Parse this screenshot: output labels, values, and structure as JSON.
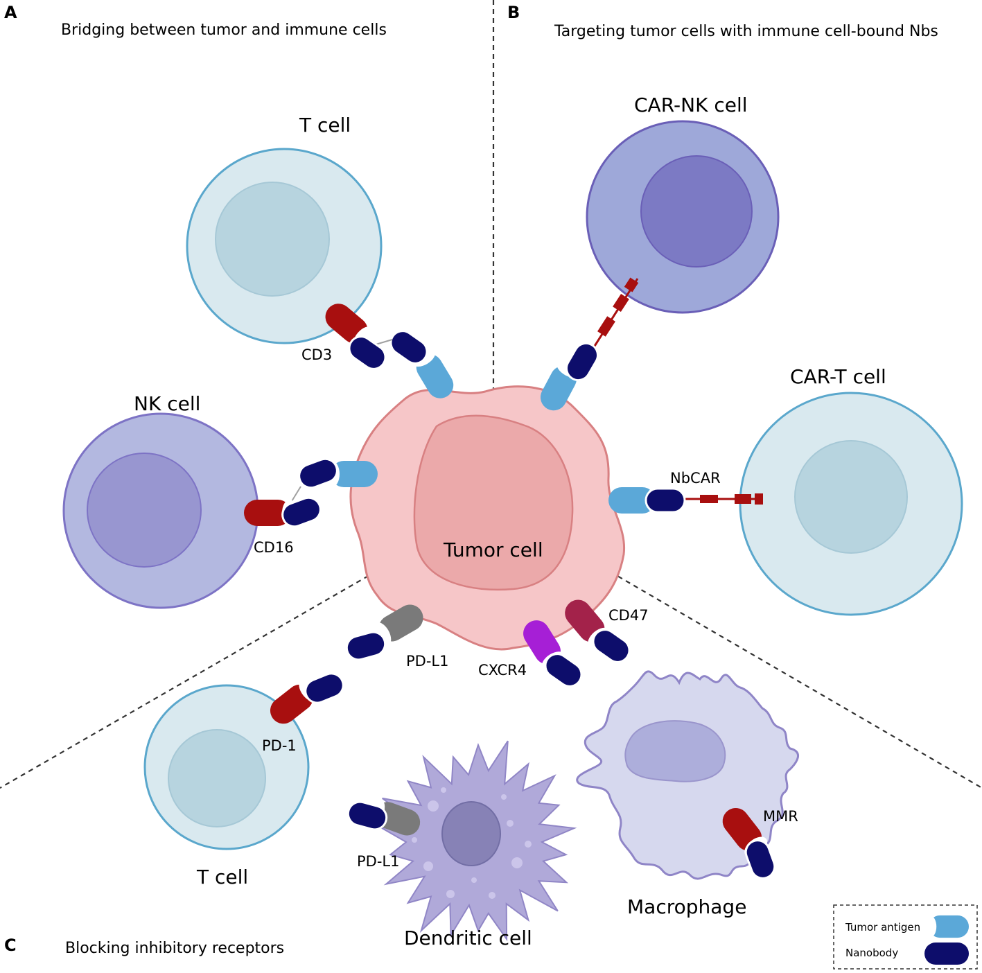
{
  "panels": {
    "a": {
      "letter": "A",
      "title": "Bridging between tumor and immune cells"
    },
    "b": {
      "letter": "B",
      "title": "Targeting tumor cells with immune cell-bound Nbs"
    },
    "c": {
      "letter": "C",
      "title": "Blocking inhibitory receptors"
    }
  },
  "cells": {
    "tumor": "Tumor cell",
    "t_cell_top": "T cell",
    "nk": "NK cell",
    "car_nk": "CAR-NK cell",
    "car_t": "CAR-T cell",
    "t_cell_bottom": "T cell",
    "dendritic": "Dendritic cell",
    "macrophage": "Macrophage"
  },
  "molecules": {
    "cd3": "CD3",
    "cd16": "CD16",
    "nbcar": "NbCAR",
    "pdl1_tumor": "PD-L1",
    "cd47": "CD47",
    "cxcr4": "CXCR4",
    "pd1": "PD-1",
    "pdl1_dc": "PD-L1",
    "mmr": "MMR"
  },
  "legend": {
    "tumor_antigen": "Tumor antigen",
    "nanobody": "Nanobody"
  },
  "colors": {
    "tumor_antigen": "#5ba8d8",
    "nanobody": "#0d0d6b",
    "receptor_red": "#a80f0f",
    "pdl1_gray": "#7a7a7a",
    "cd47": "#a3224a",
    "cxcr4": "#a61fd6",
    "tumor_fill": "#f6c6c8",
    "tcell_fill": "#d9e9ef",
    "nk_fill": "#b3b8e0"
  },
  "icons": {
    "receptor": "receptor-cylinder-icon",
    "nanobody": "nanobody-capsule-icon",
    "car": "car-construct-icon"
  }
}
